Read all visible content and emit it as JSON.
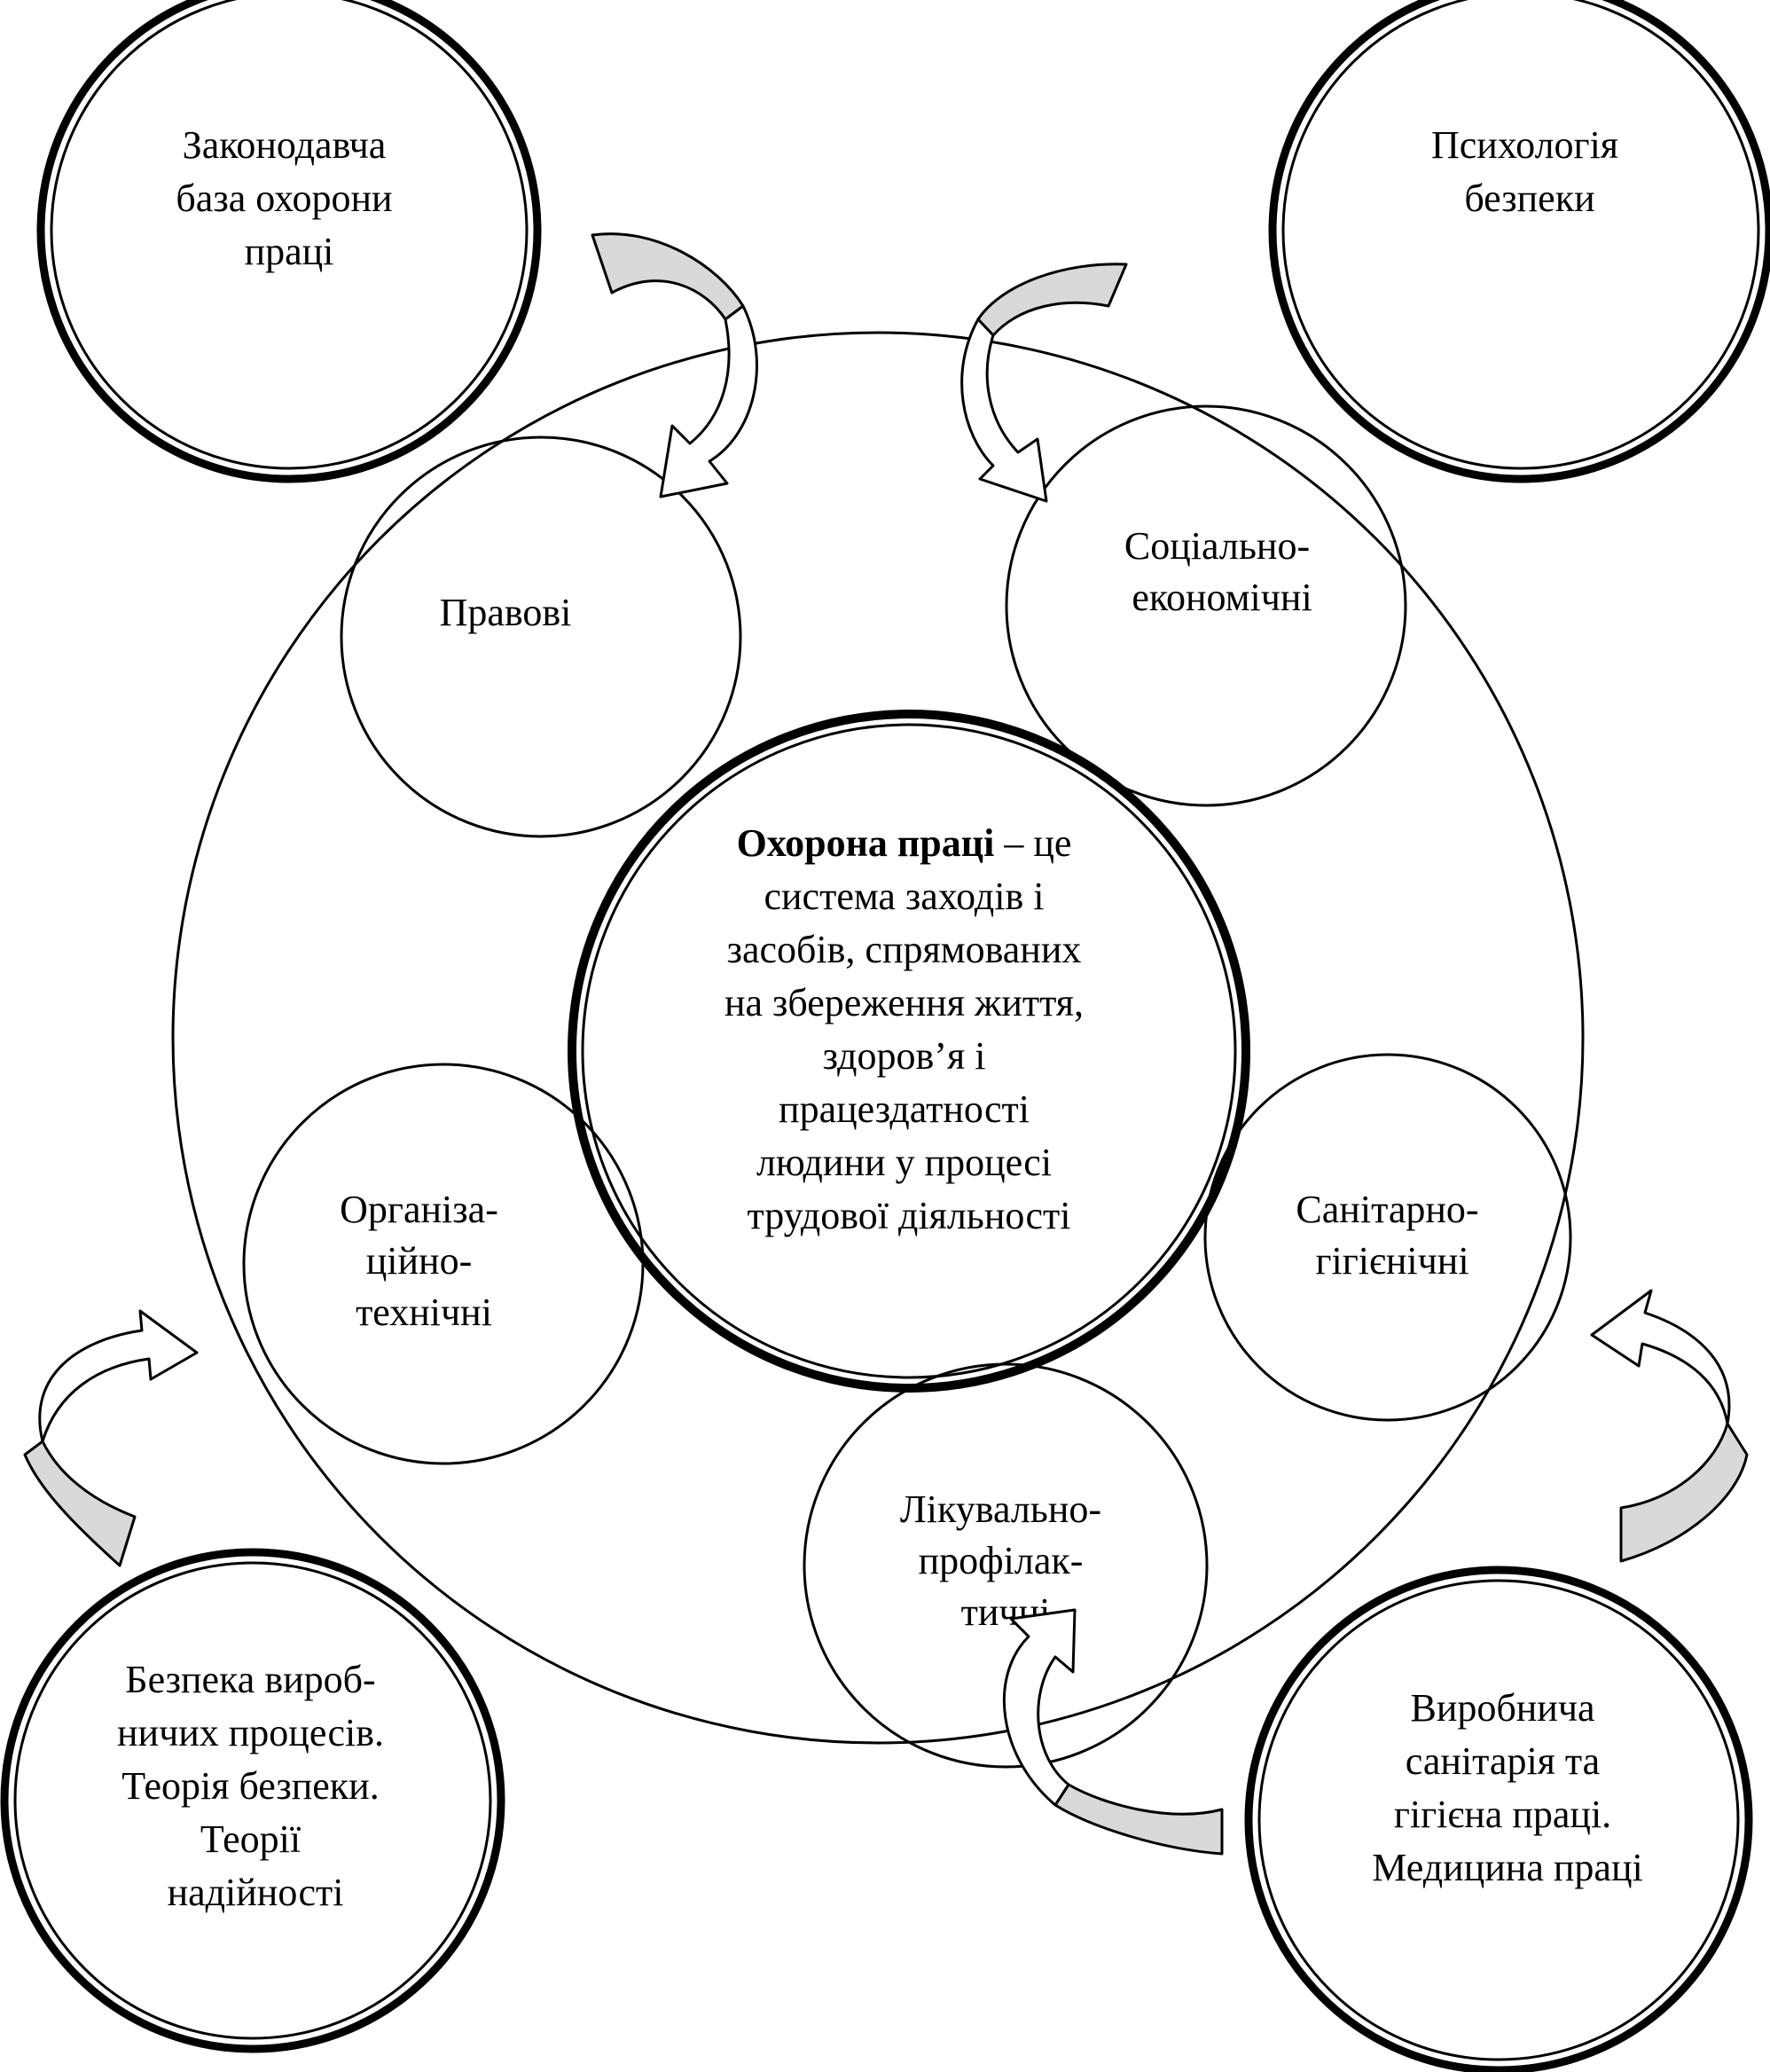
{
  "center": {
    "bold": "Охорона праці",
    "rest": " – це",
    "lines": [
      "система заходів і",
      "засобів, спрямованих",
      "на збереження життя,",
      "здоров’я і",
      "працездатності",
      "людини у процесі",
      "трудової діяльності"
    ]
  },
  "inner": {
    "pravovi": [
      "Правові"
    ],
    "sotsialno": [
      "Соціально-",
      "економічні"
    ],
    "orhanizatsiino": [
      "Організа-",
      "ційно-",
      "технічні"
    ],
    "sanitarno": [
      "Санітарно-",
      "гігієнічні"
    ],
    "likuvalno": [
      "Лікувально-",
      "профілак-",
      "тичні"
    ]
  },
  "outer": {
    "zakonodavcha": [
      "Законодавча",
      "база охорони",
      "праці"
    ],
    "psykholohiia": [
      "Психологія",
      "безпеки"
    ],
    "bezpeka": [
      "Безпека вироб-",
      "ничих процесів.",
      "Теорія безпеки.",
      "Теорії",
      "надійності"
    ],
    "vyrobnycha": [
      "Виробнича",
      "санітарія та",
      "гігієна праці.",
      "Медицина праці"
    ]
  },
  "colors": {
    "stroke": "#000000",
    "arrow_fill": "#d9d9d9",
    "background": "#ffffff"
  }
}
